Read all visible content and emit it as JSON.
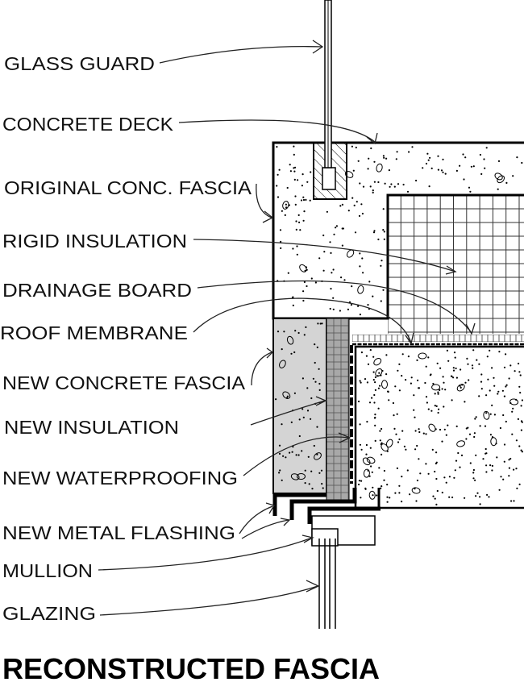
{
  "title": "RECONSTRUCTED FASCIA",
  "labels": {
    "glass_guard": "GLASS GUARD",
    "concrete_deck": "CONCRETE DECK",
    "original_fascia": "ORIGINAL CONC. FASCIA",
    "rigid_insulation": "RIGID INSULATION",
    "drainage_board": "DRAINAGE BOARD",
    "roof_membrane": "ROOF MEMBRANE",
    "new_concrete_fascia": "NEW CONCRETE FASCIA",
    "new_insulation": "NEW INSULATION",
    "new_waterproofing": "NEW WATERPROOFING",
    "new_metal_flashing": "NEW METAL FLASHING",
    "mullion": "MULLION",
    "glazing": "GLAZING"
  },
  "colors": {
    "line": "#000000",
    "new_concrete_fill": "#d4d4d4",
    "new_insulation_fill": "#a8a8a8"
  }
}
